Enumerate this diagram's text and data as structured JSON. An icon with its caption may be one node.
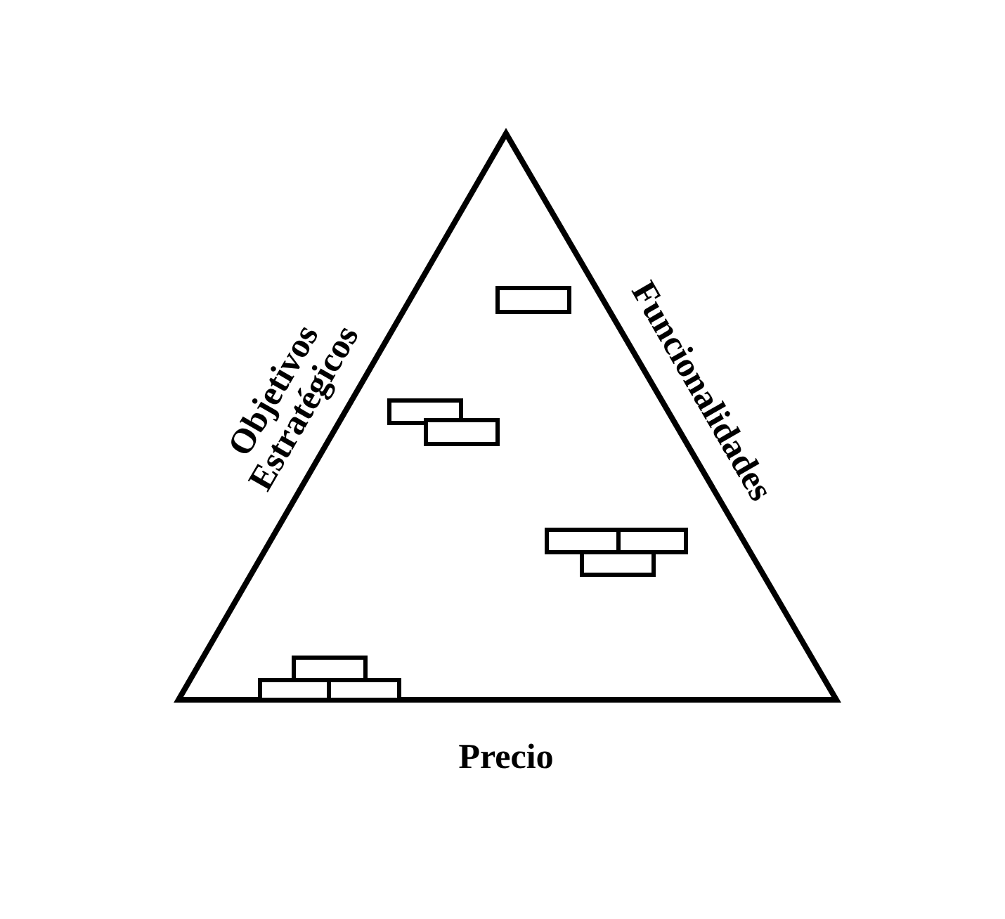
{
  "diagram": {
    "labels": [
      "Objetivos Estratégicos",
      "Funcionalidades",
      "Precio"
    ]
  }
}
